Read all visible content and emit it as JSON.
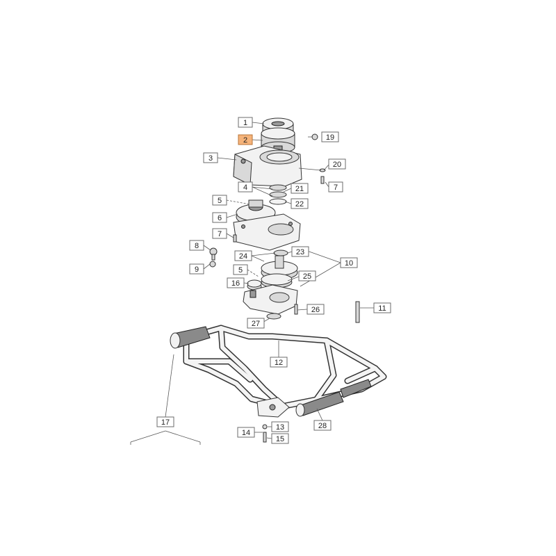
{
  "highlight_color": "#f5b37a",
  "highlighted_part": "2",
  "callouts": {
    "c1": "1",
    "c2": "2",
    "c3": "3",
    "c4": "4",
    "c5a": "5",
    "c5b": "5",
    "c6": "6",
    "c7a": "7",
    "c7b": "7",
    "c8": "8",
    "c9": "9",
    "c10": "10",
    "c11": "11",
    "c12": "12",
    "c13": "13",
    "c14": "14",
    "c15": "15",
    "c16": "16",
    "c17": "17",
    "c19": "19",
    "c20": "20",
    "c21": "21",
    "c22": "22",
    "c23": "23",
    "c24": "24",
    "c25": "25",
    "c26": "26",
    "c27": "27",
    "c28": "28"
  }
}
